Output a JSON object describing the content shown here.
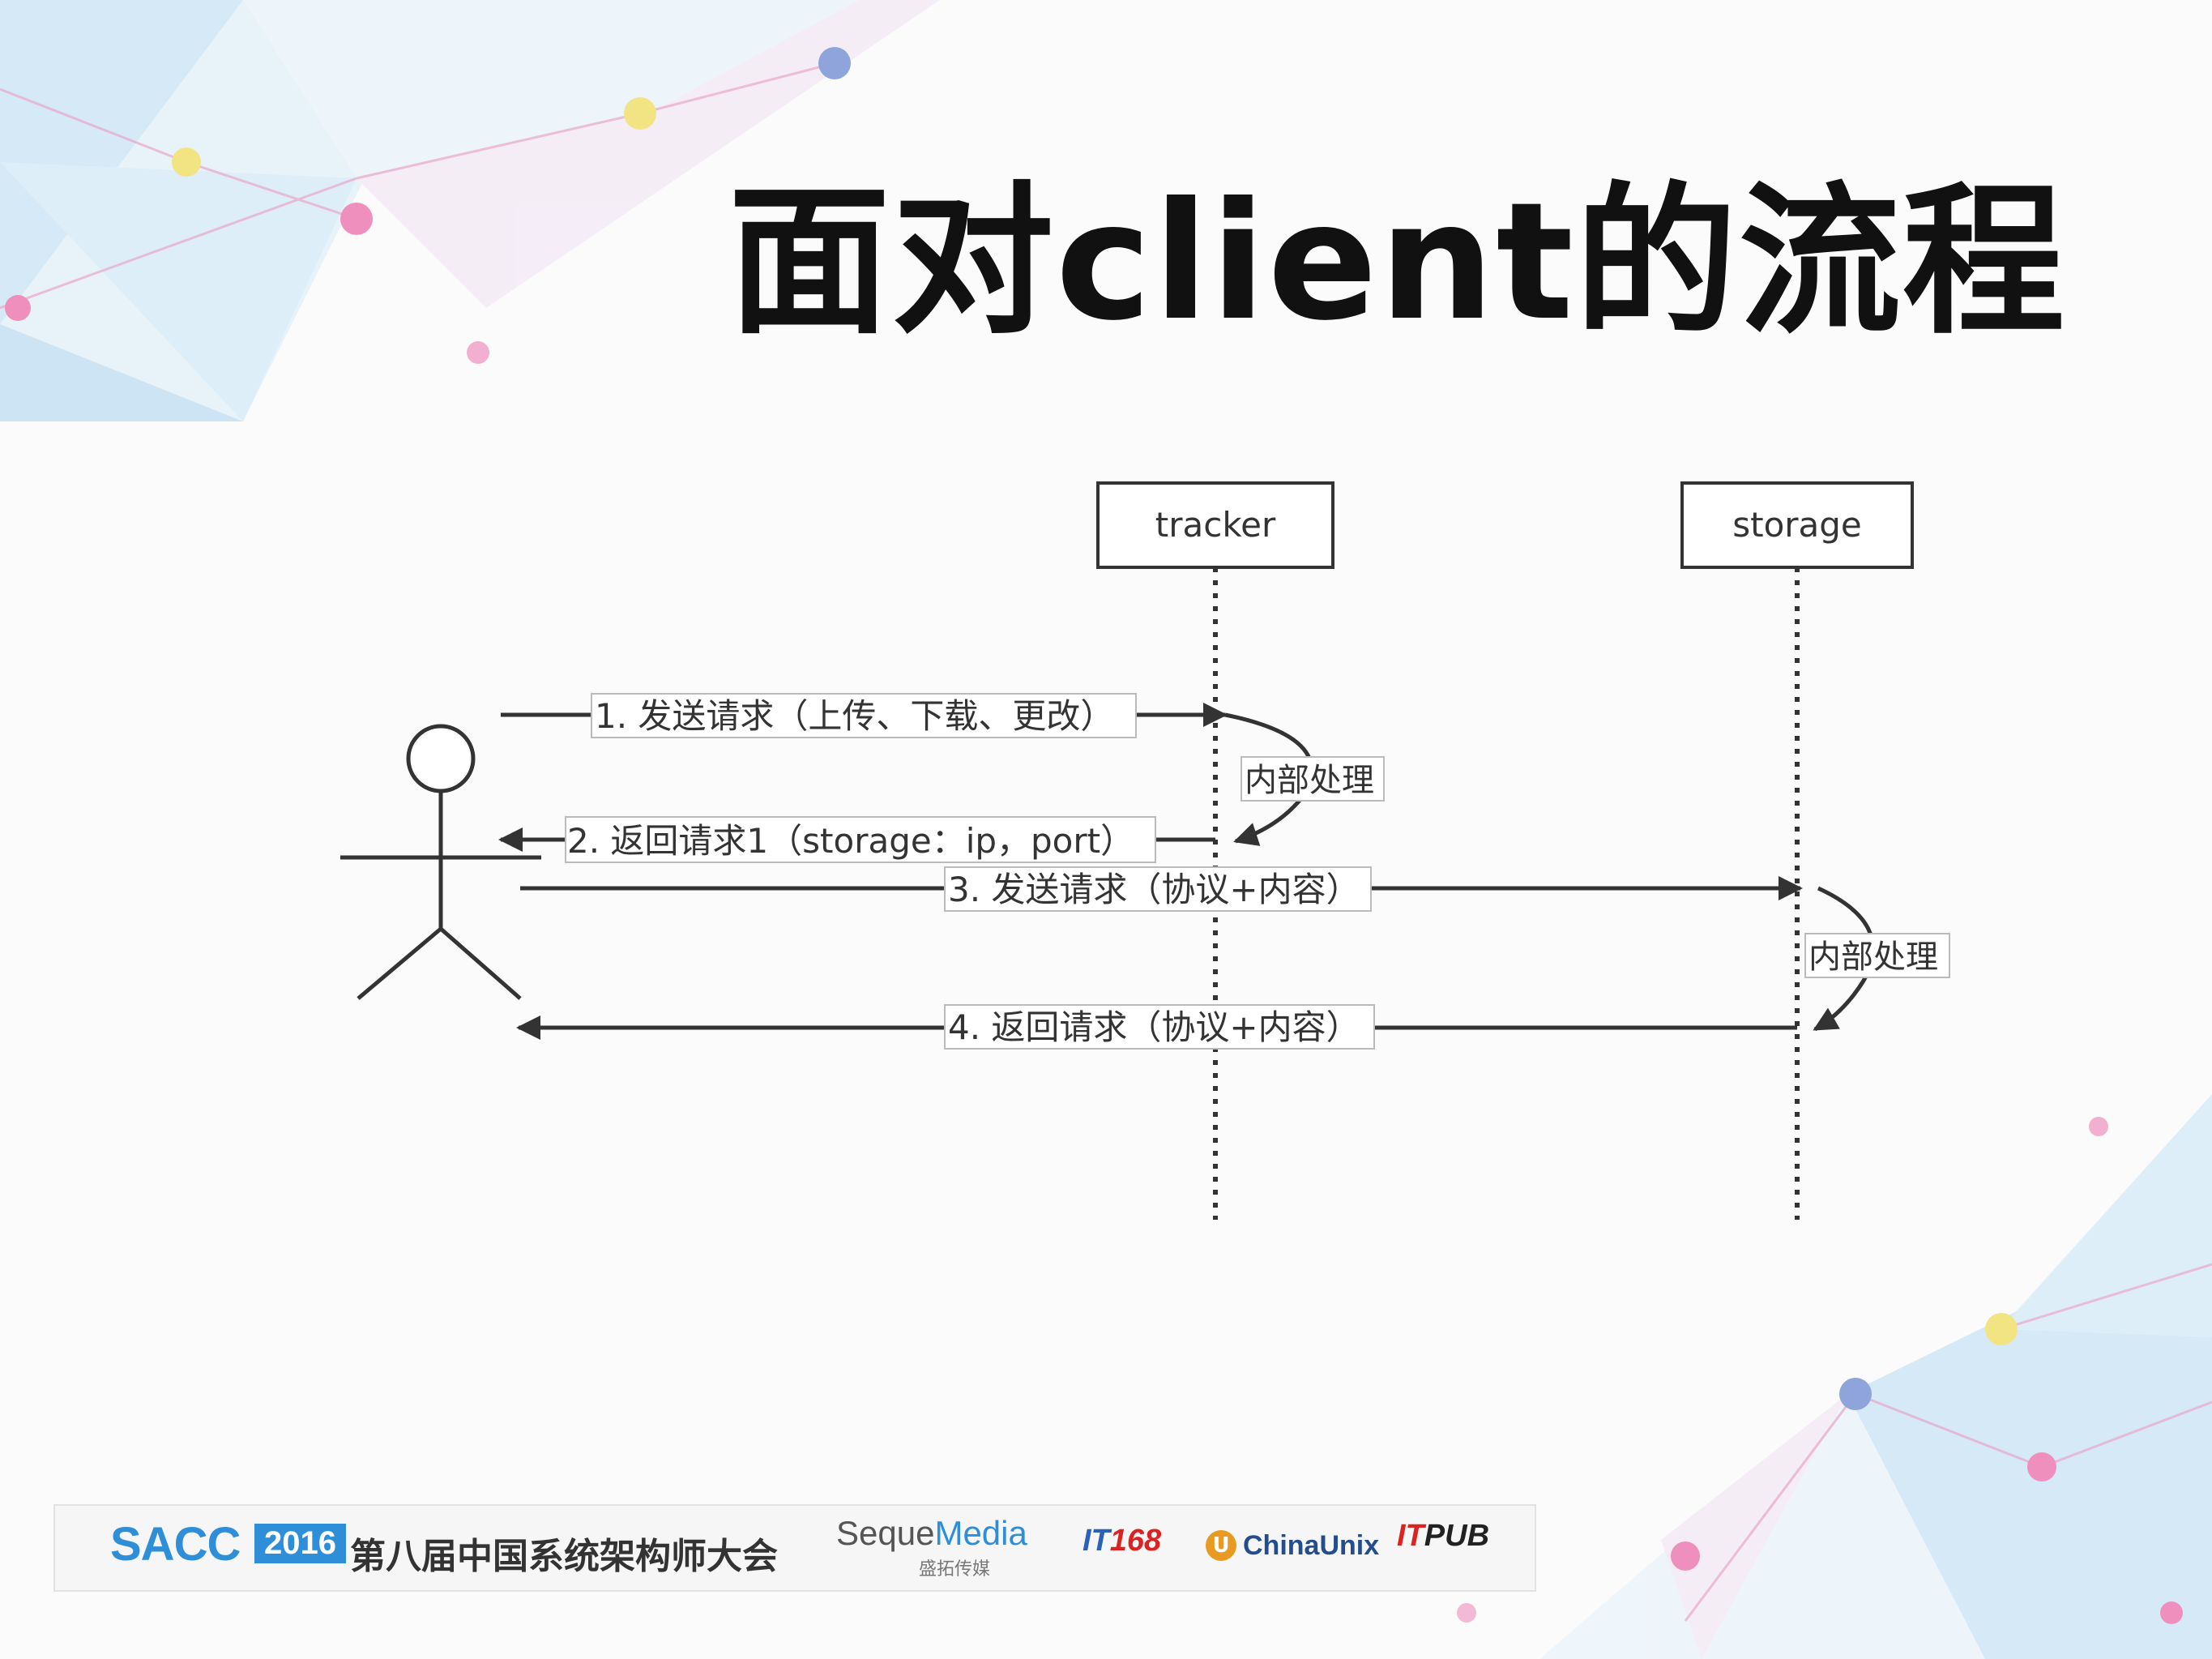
{
  "slide": {
    "title": "面对client的流程"
  },
  "diagram": {
    "participants": [
      {
        "id": "tracker",
        "label": "tracker"
      },
      {
        "id": "storage",
        "label": "storage"
      }
    ],
    "messages": [
      {
        "from": "client",
        "to": "tracker",
        "label": "1. 发送请求（上传、下载、更改）"
      },
      {
        "from": "tracker",
        "to": "tracker",
        "label": "内部处理"
      },
      {
        "from": "tracker",
        "to": "client",
        "label": "2. 返回请求1（storage：ip，port）"
      },
      {
        "from": "client",
        "to": "storage",
        "label": "3. 发送请求（协议+内容）"
      },
      {
        "from": "storage",
        "to": "storage",
        "label": "内部处理"
      },
      {
        "from": "storage",
        "to": "client",
        "label": "4. 返回请求（协议+内容）"
      }
    ]
  },
  "footer": {
    "brand": "SACC",
    "year": "2016",
    "conference": "第八届中国系统架构师大会",
    "sponsors": {
      "seque_a": "Seque",
      "seque_b": "Media",
      "seque_cn": "盛拓传媒",
      "it168_a": "IT",
      "it168_b": "168",
      "chinaunix_mark": "U",
      "chinaunix": "ChinaUnix",
      "itpub_a": "IT",
      "itpub_b": "PUB"
    }
  },
  "colors": {
    "line": "#333333",
    "title": "#111111",
    "accent": "#2e8fd8"
  }
}
